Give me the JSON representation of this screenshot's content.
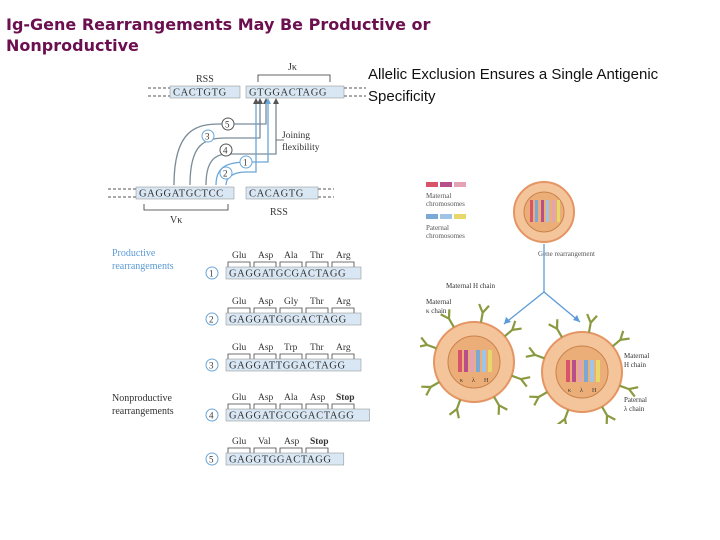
{
  "slide": {
    "title": "Ig-Gene Rearrangements May Be Productive or Nonproductive",
    "subtitle": "Allelic Exclusion Ensures a Single Antigenic Specificity"
  },
  "joining_diagram": {
    "top_rss_label": "RSS",
    "top_rss_seq": "CACTGTG",
    "jk_label": "Jκ",
    "jk_seq": "GTGGACTAGG",
    "bottom_vk_seq": "GAGGATGCTCC",
    "bottom_rss_seq": "CACAGTG",
    "bottom_rss_label": "RSS",
    "vk_label": "Vκ",
    "joining_flexibility_label": "Joining flexibility",
    "site_numbers": [
      "5",
      "3",
      "4",
      "1",
      "2"
    ]
  },
  "rearrangements": {
    "productive_label": "Productive rearrangements",
    "nonproductive_label": "Nonproductive rearrangements",
    "rows": [
      {
        "num": "1",
        "codons": [
          "Glu",
          "Asp",
          "Ala",
          "Thr",
          "Arg"
        ],
        "seq": "GAGGATGCGACTAGG"
      },
      {
        "num": "2",
        "codons": [
          "Glu",
          "Asp",
          "Gly",
          "Thr",
          "Arg"
        ],
        "seq": "GAGGATGGGACTAGG"
      },
      {
        "num": "3",
        "codons": [
          "Glu",
          "Asp",
          "Trp",
          "Thr",
          "Arg"
        ],
        "seq": "GAGGATTGGACTAGG"
      },
      {
        "num": "4",
        "codons": [
          "Glu",
          "Asp",
          "Ala",
          "Asp",
          "Stop"
        ],
        "seq": "GAGGATGCGGACTAGG"
      },
      {
        "num": "5",
        "codons": [
          "Glu",
          "Val",
          "Asp",
          "Stop"
        ],
        "seq": "GAGGTGGACTAGG"
      }
    ]
  },
  "allelic_exclusion": {
    "legend_maternal": "Maternal chromosomes",
    "legend_paternal": "Paternal chromosomes",
    "gene_rearrangement_label": "Gene rearrangement",
    "maternal_h_chain": "Maternal H chain",
    "maternal_k_chain": "Maternal κ chain",
    "maternal_h_chain_right": "Maternal H chain",
    "paternal_lambda_chain": "Paternal λ chain",
    "chromosome_letters": [
      "κ",
      "λ",
      "H"
    ],
    "colors": {
      "maternal": "#d9536a",
      "paternal": "#7aa9d6",
      "cell_fill": "#f4c49a",
      "cell_edge": "#e59563",
      "antibody": "#8a9a40"
    }
  }
}
